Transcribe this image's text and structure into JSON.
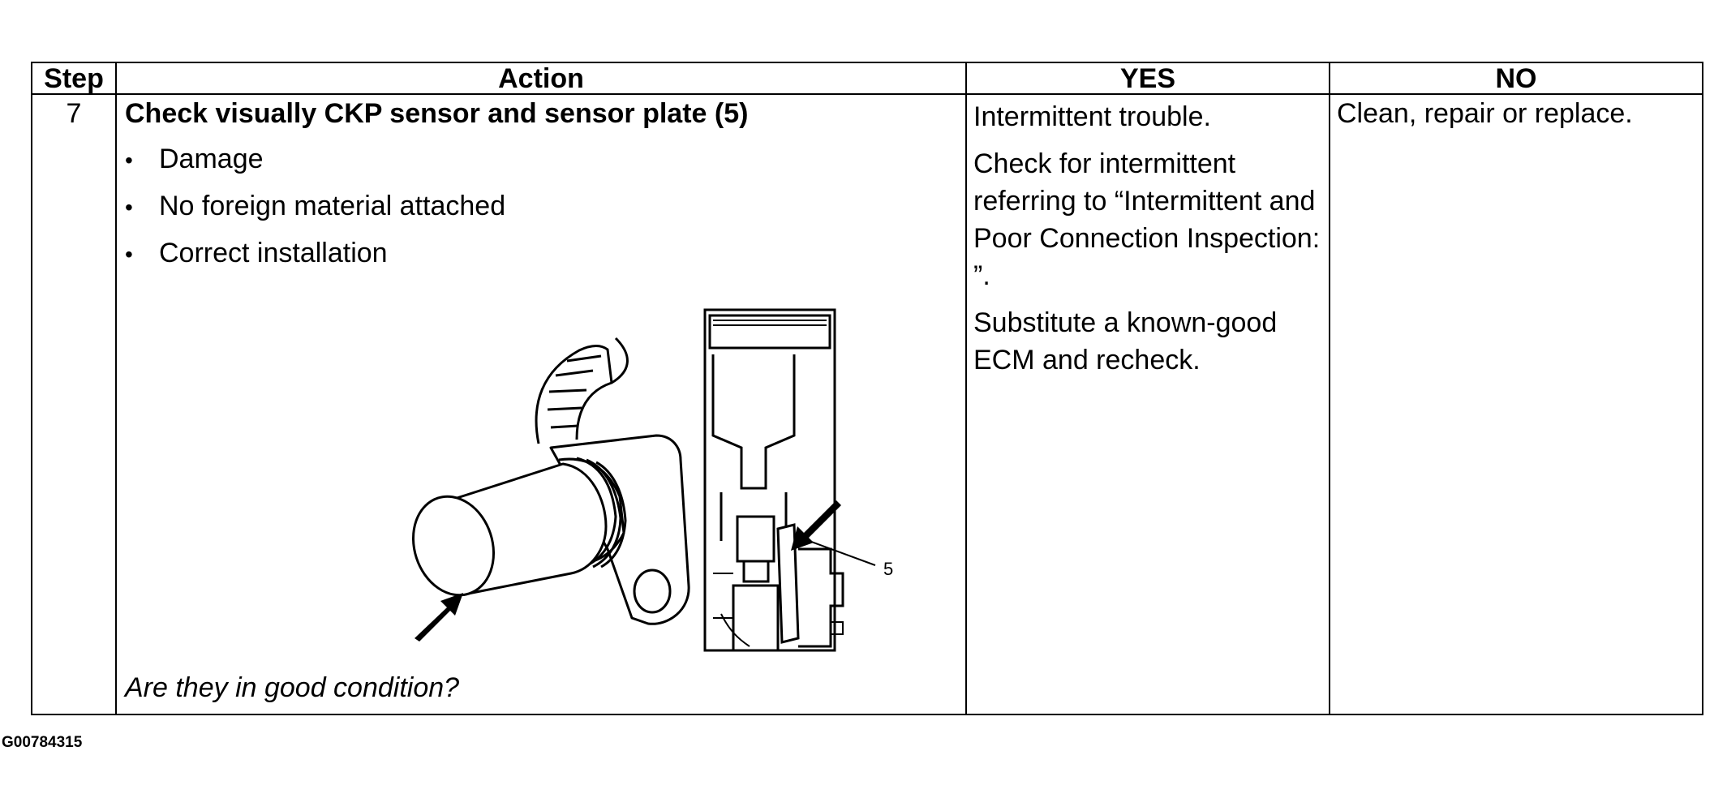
{
  "table": {
    "headers": {
      "step": "Step",
      "action": "Action",
      "yes": "YES",
      "no": "NO"
    },
    "row": {
      "step": "7",
      "action_title": "Check visually CKP sensor and sensor plate (5)",
      "bullets": [
        "Damage",
        "No foreign material attached",
        "Correct installation"
      ],
      "callout_label": "5",
      "question": "Are they in good condition?",
      "yes_paragraphs": [
        "Intermittent trouble.",
        "Check for intermittent referring to “Intermittent and Poor Connection Inspection: ”.",
        "Substitute a known-good ECM and recheck."
      ],
      "no_text": "Clean, repair or replace."
    }
  },
  "footer": {
    "doc_id": "G00784315"
  },
  "illustration_icons": [
    "ckp-sensor-illustration",
    "sensor-plate-illustration",
    "arrow-icon"
  ]
}
